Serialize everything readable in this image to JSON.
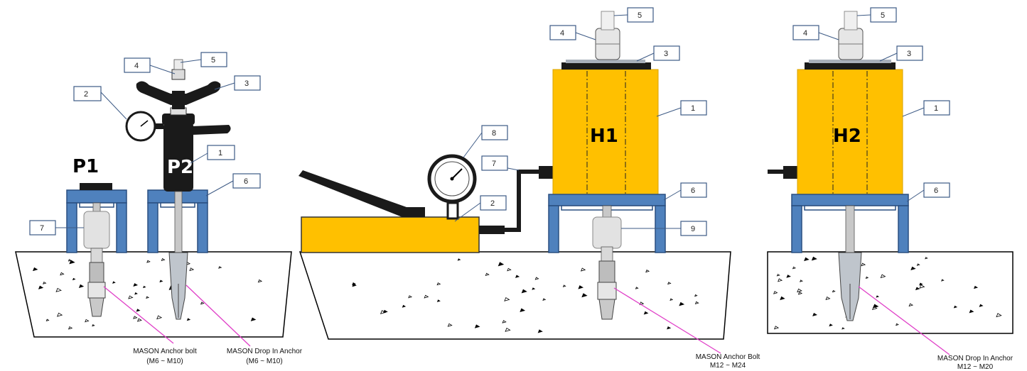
{
  "colors": {
    "cylinder": "#ffc000",
    "frame": "#4f81bd",
    "frame_edge": "#2a4f80",
    "pink_line": "#e040c8",
    "concrete_edge": "#000000",
    "spacer": "#e2e2e2",
    "bolt": "#b8b8b8"
  },
  "tools": {
    "p1": "P1",
    "p2": "P2",
    "h1": "H1",
    "h2": "H2"
  },
  "callouts": {
    "p_1": "1",
    "p_2": "2",
    "p_3": "3",
    "p_4": "4",
    "p_5": "5",
    "p_6": "6",
    "p_7": "7",
    "h1_1": "1",
    "h1_2": "2",
    "h1_3": "3",
    "h1_4": "4",
    "h1_5": "5",
    "h1_6": "6",
    "h1_7": "7",
    "h1_8": "8",
    "h1_9": "9",
    "h2_1": "1",
    "h2_3": "3",
    "h2_4": "4",
    "h2_5": "5",
    "h2_6": "6"
  },
  "anchors": {
    "mason_bolt_small": {
      "name": "MASON Anchor bolt",
      "size": "(M6 ~ M10)"
    },
    "mason_dropin_small": {
      "name": "MASON Drop In Anchor",
      "size": "(M6 ~ M10)"
    },
    "mason_bolt_large": {
      "name": "MASON Anchor Bolt",
      "size": "M12 ~ M24"
    },
    "mason_dropin_large": {
      "name": "MASON Drop In Anchor",
      "size": "M12 ~ M20"
    }
  }
}
